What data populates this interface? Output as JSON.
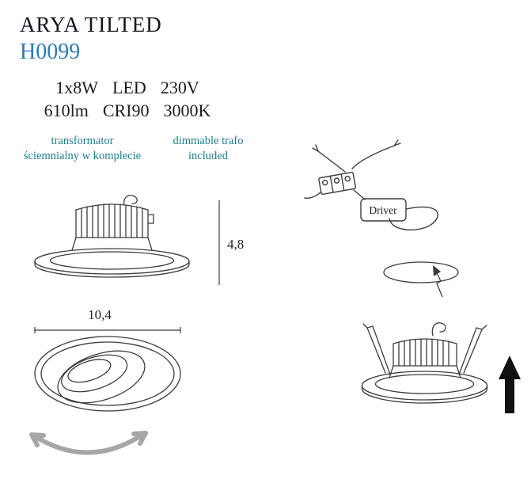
{
  "header": {
    "title": "ARYA TILTED",
    "model": "H0099"
  },
  "specs": {
    "row1": [
      "1x8W",
      "LED",
      "230V"
    ],
    "row2": [
      "610lm",
      "CRI90",
      "3000K"
    ]
  },
  "notes": {
    "pl_line1": "transformator",
    "pl_line2": "ściemnialny w komplecie",
    "en_line1": "dimmable trafo",
    "en_line2": "included"
  },
  "dimensions": {
    "height": "4,8",
    "diameter": "10,4"
  },
  "installation": {
    "driver_label": "Driver"
  },
  "colors": {
    "model_blue": "#2a7cb5",
    "note_teal": "#1f7f8f",
    "line_dark": "#3c3c3c",
    "tilt_arrow_gray": "#a6a6a6",
    "arrow_black": "#111111"
  }
}
